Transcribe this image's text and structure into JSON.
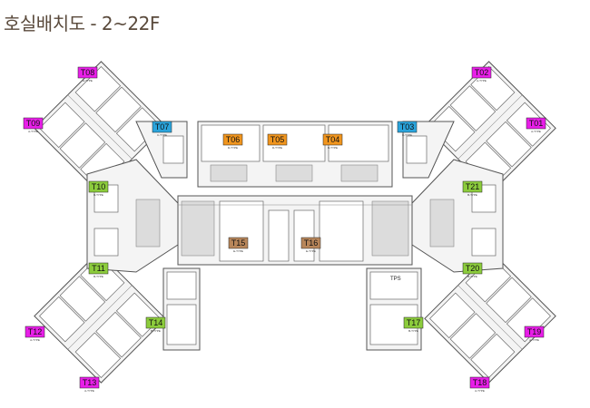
{
  "title": "호실배치도 - 2~22F",
  "colors": {
    "magenta": "#e81ee8",
    "blue": "#2aa4dc",
    "orange": "#f0951e",
    "green": "#8ccc3c",
    "brown": "#b8865a"
  },
  "units": [
    {
      "code": "T01",
      "type": "A-TYPE",
      "color": "magenta"
    },
    {
      "code": "T02",
      "type": "A-TYPE",
      "color": "magenta"
    },
    {
      "code": "T03",
      "type": "C-TYPE",
      "color": "blue"
    },
    {
      "code": "T04",
      "type": "D-TYPE",
      "color": "orange"
    },
    {
      "code": "T05",
      "type": "D-TYPE",
      "color": "orange"
    },
    {
      "code": "T06",
      "type": "D-TYPE",
      "color": "orange"
    },
    {
      "code": "T07",
      "type": "C-TYPE",
      "color": "blue"
    },
    {
      "code": "T08",
      "type": "A-TYPE",
      "color": "magenta"
    },
    {
      "code": "T09",
      "type": "A-TYPE",
      "color": "magenta"
    },
    {
      "code": "T10",
      "type": "B-TYPE",
      "color": "green"
    },
    {
      "code": "T11",
      "type": "B-TYPE",
      "color": "green"
    },
    {
      "code": "T12",
      "type": "A-TYPE",
      "color": "magenta"
    },
    {
      "code": "T13",
      "type": "A-TYPE",
      "color": "magenta"
    },
    {
      "code": "T14",
      "type": "B-TYPE",
      "color": "green"
    },
    {
      "code": "T15",
      "type": "E-TYPE",
      "color": "brown"
    },
    {
      "code": "T16",
      "type": "E-TYPE",
      "color": "brown"
    },
    {
      "code": "T17",
      "type": "B-TYPE",
      "color": "green"
    },
    {
      "code": "T18",
      "type": "A-TYPE",
      "color": "magenta"
    },
    {
      "code": "T19",
      "type": "A-TYPE",
      "color": "magenta"
    },
    {
      "code": "T20",
      "type": "B-TYPE",
      "color": "green"
    },
    {
      "code": "T21",
      "type": "B-TYPE",
      "color": "green"
    }
  ],
  "core_label": "TPS"
}
